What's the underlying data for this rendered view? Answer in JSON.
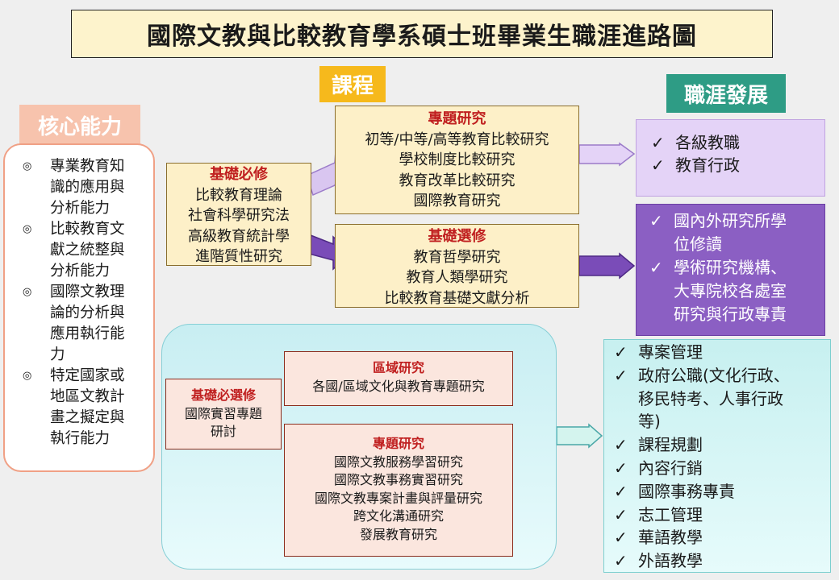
{
  "title": "國際文教與比較教育學系碩士班畢業生職涯進路圖",
  "headers": {
    "core": "核心能力",
    "course": "課程",
    "career": "職涯發展"
  },
  "check_mark": "✓",
  "bullet_mark": "◎",
  "core_abilities": [
    [
      "專業教育知",
      "識的應用與",
      "分析能力"
    ],
    [
      "比較教育文",
      "獻之統整與",
      "分析能力"
    ],
    [
      "國際文教理",
      "論的分析與",
      "應用執行能",
      "力"
    ],
    [
      "特定國家或",
      "地區文教計",
      "畫之擬定與",
      "執行能力"
    ]
  ],
  "basic_required": {
    "head": "基礎必修",
    "items": [
      "比較教育理論",
      "社會科學研究法",
      "高級教育統計學",
      "進階質性研究"
    ]
  },
  "topic_research": {
    "head": "專題研究",
    "items": [
      "初等/中等/高等教育比較研究",
      "學校制度比較研究",
      "教育改革比較研究",
      "國際教育研究"
    ]
  },
  "basic_elective": {
    "head": "基礎選修",
    "items": [
      "教育哲學研究",
      "教育人類學研究",
      "比較教育基礎文獻分析"
    ]
  },
  "basic_req_elective": {
    "head": "基礎必選修",
    "items": [
      "國際實習專題",
      "研討"
    ]
  },
  "regional_research": {
    "head": "區域研究",
    "items": [
      "各國/區域文化與教育專題研究"
    ]
  },
  "topic_research_2": {
    "head": "專題研究",
    "items": [
      "國際文教服務學習研究",
      "國際文教事務實習研究",
      "國際文教專案計畫與評量研究",
      "跨文化溝通研究",
      "發展教育研究"
    ]
  },
  "career_light": [
    [
      "各級教職"
    ],
    [
      "教育行政"
    ]
  ],
  "career_purple": [
    [
      "國內外研究所學",
      "位修讀"
    ],
    [
      "學術研究機構、",
      "大專院校各處室",
      "研究與行政專責"
    ]
  ],
  "career_cyan": [
    [
      "專案管理"
    ],
    [
      "政府公職(文化行政、",
      "移民特考、人事行政",
      "等)"
    ],
    [
      "課程規劃"
    ],
    [
      "內容行銷"
    ],
    [
      "國際事務專責"
    ],
    [
      "志工管理"
    ],
    [
      "華語教學"
    ],
    [
      "外語教學"
    ]
  ],
  "colors": {
    "core_header": "#f7c3ad",
    "course_header": "#f6b91c",
    "career_header": "#2e9c85",
    "purple": "#8b5fc3",
    "lavender": "#e4d3f7",
    "cyan": "#c8eef2",
    "heading_red": "#c02020"
  }
}
